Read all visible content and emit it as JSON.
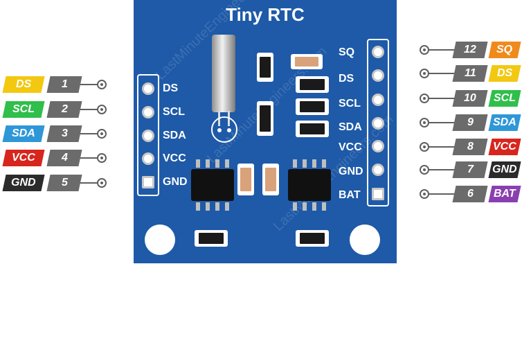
{
  "board": {
    "title": "Tiny RTC",
    "watermark": "LastMinuteEngineers.com",
    "left_header_labels": [
      "DS",
      "SCL",
      "SDA",
      "VCC",
      "GND"
    ],
    "right_header_labels": [
      "SQ",
      "DS",
      "SCL",
      "SDA",
      "VCC",
      "GND",
      "BAT"
    ]
  },
  "left_pins": [
    {
      "name": "DS",
      "number": "1",
      "color": "#f2c811",
      "text_color": "#ffffff"
    },
    {
      "name": "SCL",
      "number": "2",
      "color": "#2fbf4a",
      "text_color": "#ffffff"
    },
    {
      "name": "SDA",
      "number": "3",
      "color": "#2e97d8",
      "text_color": "#ffffff"
    },
    {
      "name": "VCC",
      "number": "4",
      "color": "#d7261e",
      "text_color": "#ffffff"
    },
    {
      "name": "GND",
      "number": "5",
      "color": "#2b2b2b",
      "text_color": "#ffffff"
    }
  ],
  "right_pins": [
    {
      "name": "SQ",
      "number": "12",
      "color": "#f08a1c",
      "text_color": "#ffffff"
    },
    {
      "name": "DS",
      "number": "11",
      "color": "#f2c811",
      "text_color": "#ffffff"
    },
    {
      "name": "SCL",
      "number": "10",
      "color": "#2fbf4a",
      "text_color": "#ffffff"
    },
    {
      "name": "SDA",
      "number": "9",
      "color": "#2e97d8",
      "text_color": "#ffffff"
    },
    {
      "name": "VCC",
      "number": "8",
      "color": "#d7261e",
      "text_color": "#ffffff"
    },
    {
      "name": "GND",
      "number": "7",
      "color": "#2b2b2b",
      "text_color": "#ffffff"
    },
    {
      "name": "BAT",
      "number": "6",
      "color": "#8a3fb0",
      "text_color": "#ffffff"
    }
  ],
  "colors": {
    "board": "#1e5aa8",
    "number_tag": "#6b6b6b",
    "lead": "#5f5f5f"
  }
}
